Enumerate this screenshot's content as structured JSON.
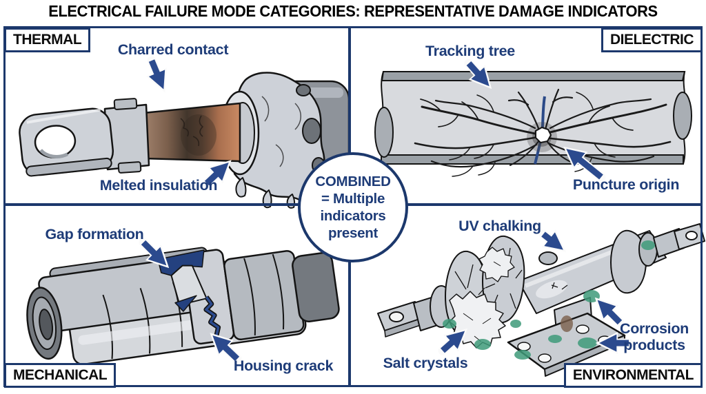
{
  "title": "ELECTRICAL FAILURE MODE CATEGORIES: REPRESENTATIVE DAMAGE INDICATORS",
  "center_circle": {
    "line1": "COMBINED",
    "line2": "= Multiple",
    "line3": "indicators",
    "line4": "present"
  },
  "quadrants": {
    "thermal": {
      "label": "THERMAL",
      "annotations": {
        "charred": "Charred contact",
        "melted": "Melted insulation"
      }
    },
    "dielectric": {
      "label": "DIELECTRIC",
      "annotations": {
        "tracking": "Tracking tree",
        "puncture": "Puncture origin"
      }
    },
    "mechanical": {
      "label": "MECHANICAL",
      "annotations": {
        "gap": "Gap formation",
        "crack": "Housing crack"
      }
    },
    "environmental": {
      "label": "ENVIRONMENTAL",
      "annotations": {
        "uv": "UV chalking",
        "salt": "Salt crystals",
        "corrosion": "Corrosion products"
      }
    }
  },
  "colors": {
    "annotation_navy": "#1e3c78",
    "border_navy": "#1c386c",
    "arrow_navy": "#2b4a8e",
    "outline_black": "#141414",
    "copper": "#c08058",
    "char_dark": "#3d322a",
    "corrosion_green": "#3f9b7a",
    "metal_light": "#ced2d8",
    "metal_mid": "#9aa0a7",
    "metal_dark": "#6d7278"
  }
}
